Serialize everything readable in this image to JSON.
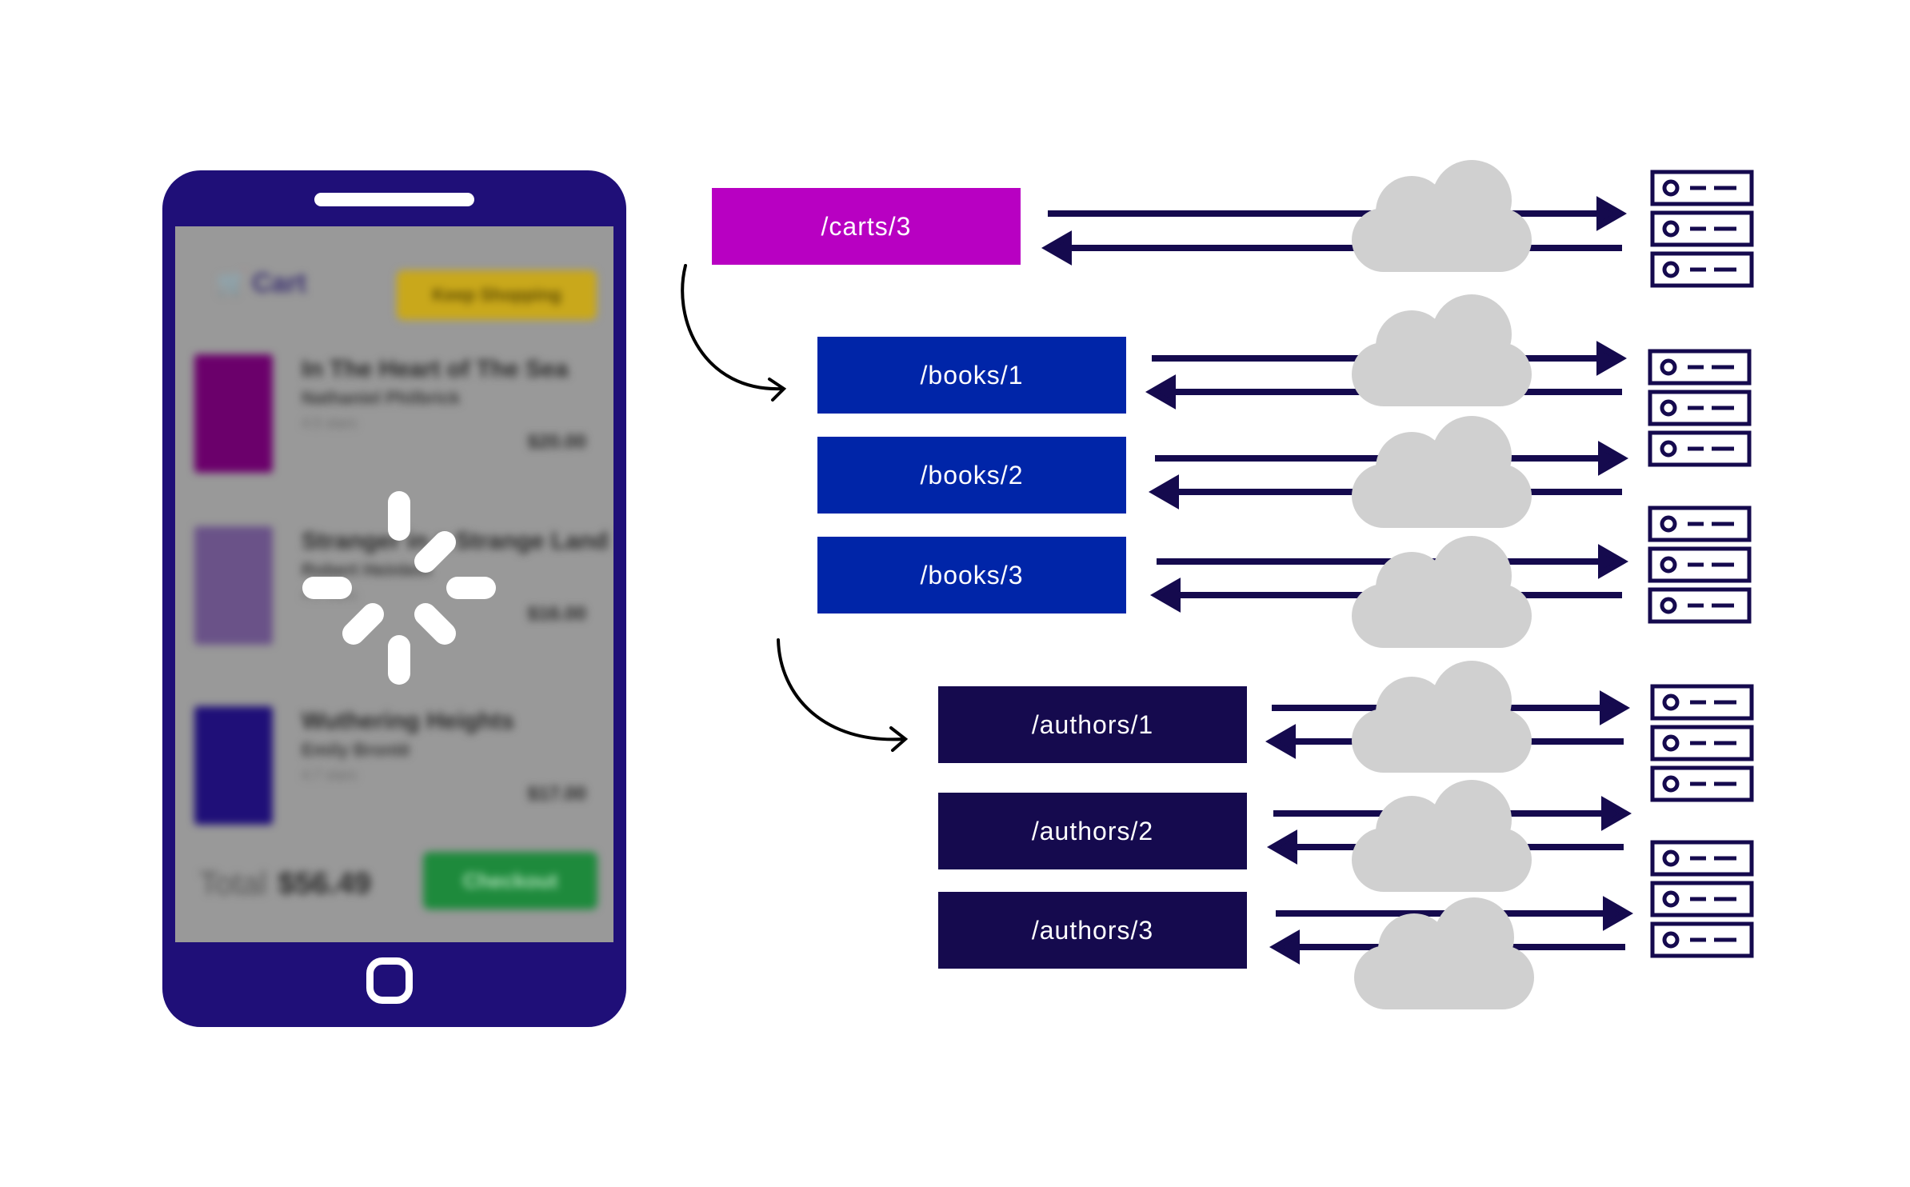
{
  "phone": {
    "cart": {
      "title": "Cart",
      "keep_shopping_label": "Keep Shopping",
      "books": [
        {
          "title": "In The Heart of The Sea",
          "author": "Nathaniel Philbrick",
          "rating": "4.5 stars",
          "price": "$20.00",
          "cover_color": "#6b006b"
        },
        {
          "title": "Stranger in a Strange Land",
          "author": "Robert Heinlein",
          "rating": "4.1 stars",
          "price": "$16.00",
          "cover_color": "#6a5288"
        },
        {
          "title": "Wuthering Heights",
          "author": "Emily Brontë",
          "rating": "4.7 stars",
          "price": "$17.00",
          "cover_color": "#1f0f78"
        }
      ],
      "total_label": "Total",
      "total_value": "$56.49",
      "checkout_label": "Checkout"
    }
  },
  "endpoints": {
    "cart": "/carts/3",
    "books": [
      "/books/1",
      "/books/2",
      "/books/3"
    ],
    "authors": [
      "/authors/1",
      "/authors/2",
      "/authors/3"
    ]
  },
  "colors": {
    "phone_body": "#1f0f78",
    "cart_endpoint": "#b800c2",
    "book_endpoint": "#0025a8",
    "author_endpoint": "#150a4e",
    "arrows": "#150a4e",
    "cloud": "#d0d0d0",
    "server": "#150a4e"
  },
  "icons": {
    "cart": "shopping-cart-icon",
    "loading": "loading-spinner-icon",
    "network": "cloud-icon",
    "server": "server-rack-icon"
  }
}
